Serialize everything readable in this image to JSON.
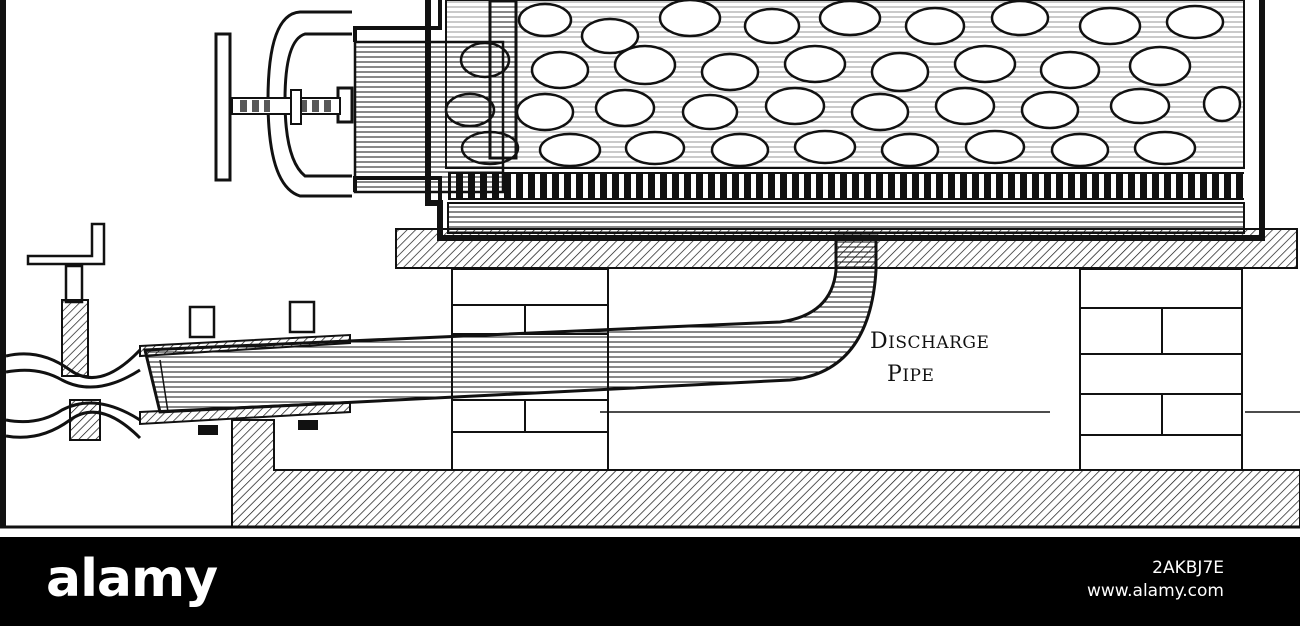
{
  "diagram": {
    "pipe_label_first": "D",
    "pipe_label_rest": "ISCHARGE",
    "pipe_label_second_first": "P",
    "pipe_label_second_rest": "IPE"
  },
  "footer": {
    "logo": "alamy",
    "image_id": "2AKBJ7E",
    "url": "www.alamy.com"
  },
  "colors": {
    "ink": "#111111",
    "paper": "#ffffff",
    "footer_bg": "#000000"
  }
}
